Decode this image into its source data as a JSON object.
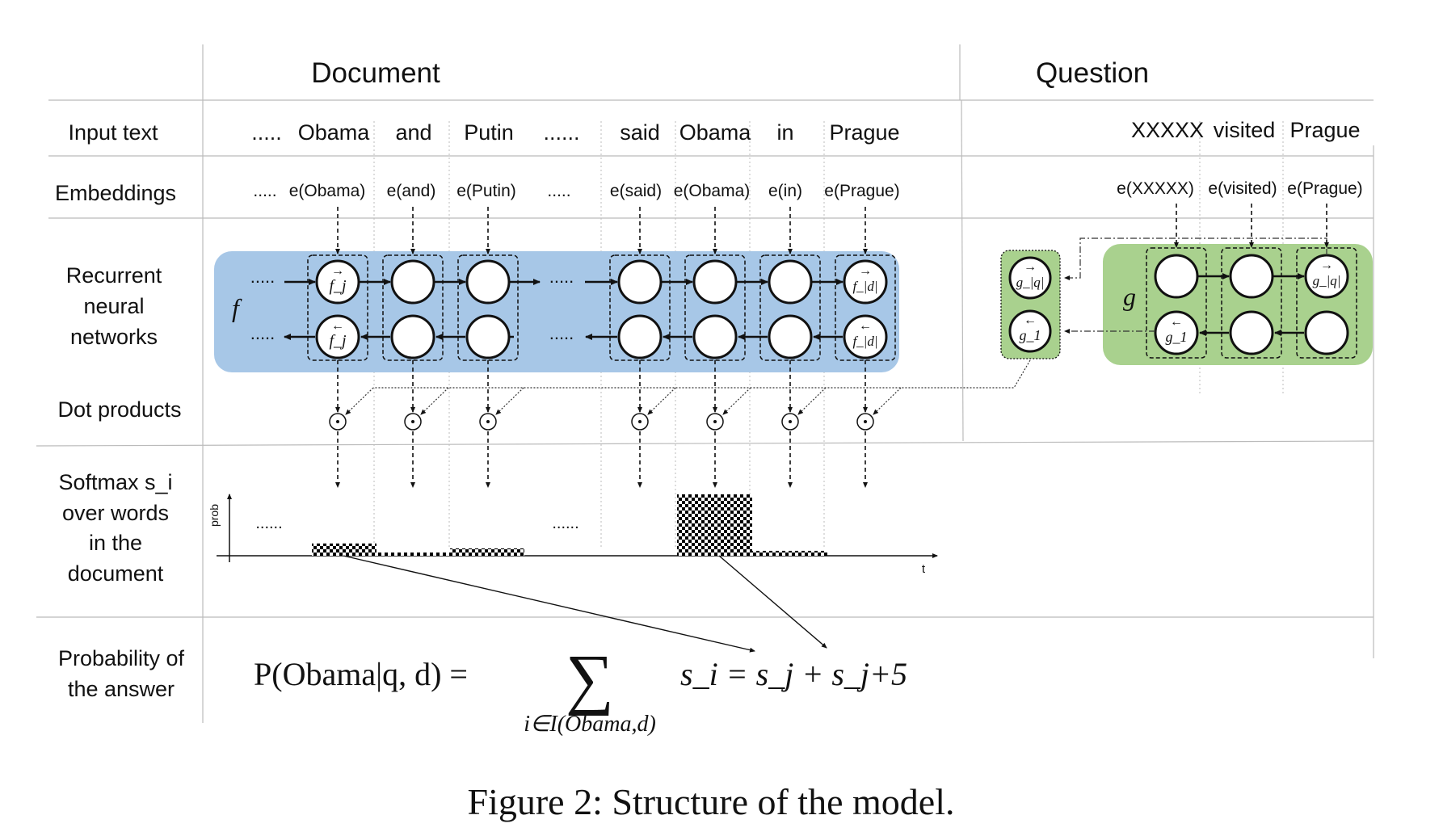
{
  "headers": {
    "document": "Document",
    "question": "Question"
  },
  "rows": {
    "input_text": "Input text",
    "embeddings": "Embeddings",
    "rnn": [
      "Recurrent",
      "neural",
      "networks"
    ],
    "dot_products": "Dot products",
    "softmax": [
      "Softmax s_i",
      "over words",
      "in the",
      "document"
    ],
    "probability": [
      "Probability of",
      "the answer"
    ]
  },
  "doc_words": [
    ".....",
    "Obama",
    "and",
    "Putin",
    "......",
    "said",
    "Obama",
    "in",
    "Prague"
  ],
  "doc_embeddings": [
    ".....",
    "e(Obama)",
    "e(and)",
    "e(Putin)",
    ".....",
    "e(said)",
    "e(Obama)",
    "e(in)",
    "e(Prague)"
  ],
  "question_words": [
    "XXXXX",
    "visited",
    "Prague"
  ],
  "question_embeddings": [
    "e(XXXXX)",
    "e(visited)",
    "e(Prague)"
  ],
  "rnn_labels": {
    "f": "f",
    "g": "g",
    "f_j_fwd": "f_j",
    "f_j_bwd": "f_j",
    "f_d_fwd": "f_|d|",
    "f_d_bwd": "f_|d|",
    "g_q_fwd": "g_|q|",
    "g_1_bwd": "g_1",
    "dots": "....."
  },
  "softmax_axis": {
    "ylabel": "prob",
    "xlabel": "t",
    "dots": [
      "......",
      "......"
    ]
  },
  "chart_data": {
    "type": "bar",
    "categories": [
      "Obama",
      "and",
      "Putin",
      "said",
      "Obama",
      "in",
      "Prague"
    ],
    "values": [
      0.2,
      0.05,
      0.12,
      0.0,
      1.0,
      0.08,
      0.0
    ],
    "xlabel": "t",
    "ylabel": "prob"
  },
  "equation": {
    "lhs": "P(Obama|q, d) =",
    "sum_symbol": "∑",
    "sum_index": "i∈I(Obama,d)",
    "rhs": "s_i = s_j + s_j+5"
  },
  "caption": "Figure 2: Structure of the model.",
  "colors": {
    "doc_rnn_bg": "#a7c7e7",
    "question_rnn_bg": "#a9d18e"
  }
}
